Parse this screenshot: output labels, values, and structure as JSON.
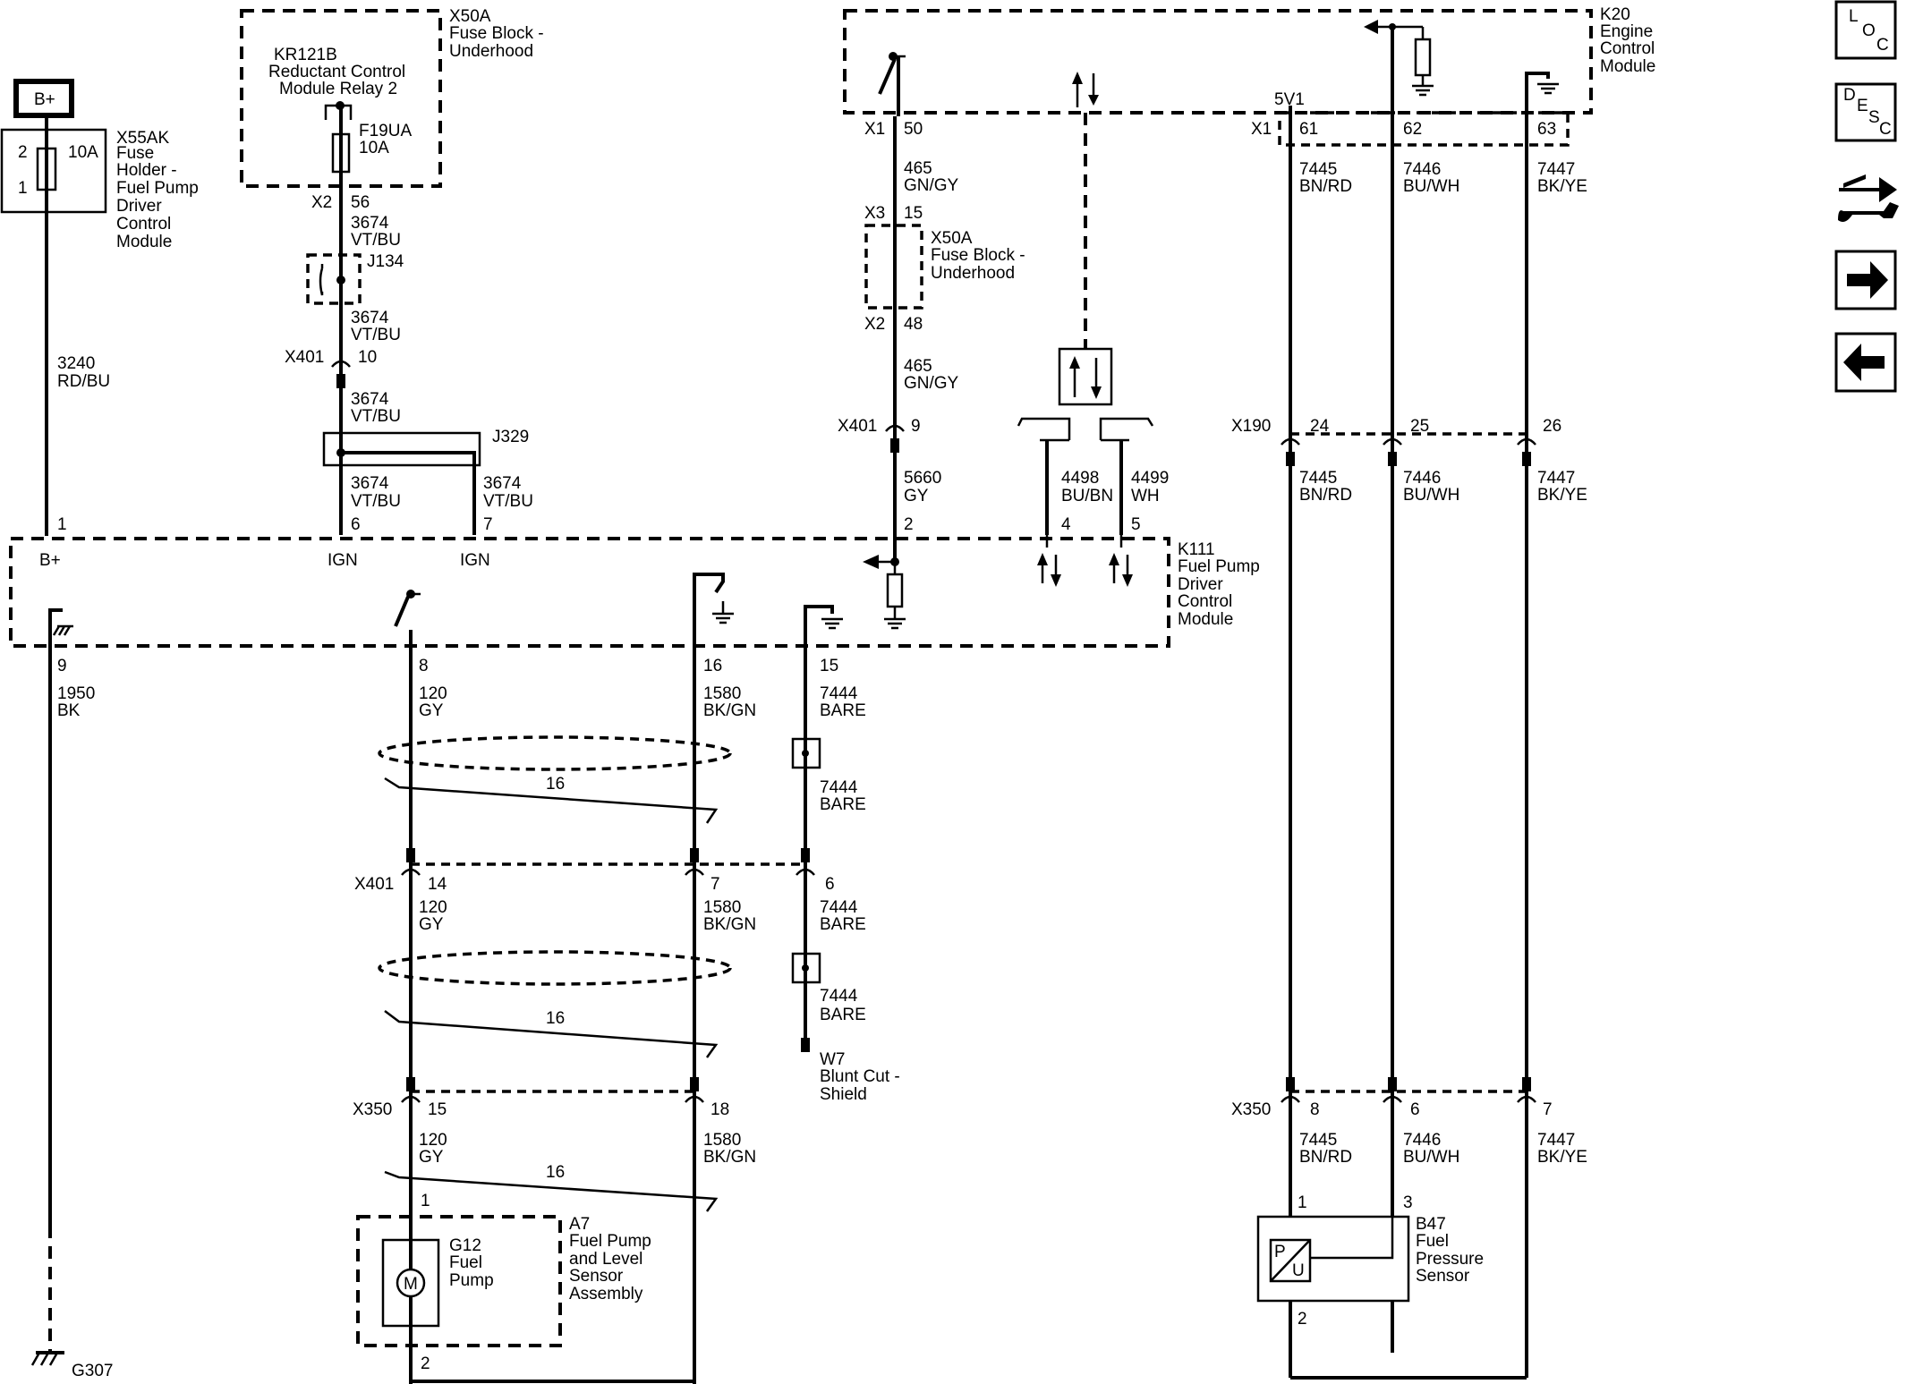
{
  "side_buttons": [
    {
      "name": "loc-button",
      "glyphs": [
        "L",
        "O",
        "C"
      ]
    },
    {
      "name": "desc-button",
      "glyphs": [
        "D",
        "E",
        "S",
        "C"
      ]
    }
  ],
  "battery": {
    "label": "B+"
  },
  "x55ak": {
    "pin_top": "2",
    "pin_bottom": "1",
    "amp": "10A",
    "title": [
      "X55AK",
      "Fuse",
      "Holder -",
      "Fuel Pump",
      "Driver",
      "Control",
      "Module"
    ]
  },
  "wire_3240": [
    "3240",
    "RD/BU"
  ],
  "x50a_top": {
    "title": [
      "X50A",
      "Fuse Block -",
      "Underhood"
    ],
    "relay": [
      "KR121B",
      "Reductant Control",
      "Module Relay 2"
    ],
    "fuse": [
      "F19UA",
      "10A"
    ]
  },
  "conn_x2_56": {
    "conn": "X2",
    "pin": "56"
  },
  "wire_3674": [
    "3674",
    "VT/BU"
  ],
  "j134": "J134",
  "conn_x401_10": {
    "conn": "X401",
    "pin": "10"
  },
  "j329": "J329",
  "k20": {
    "title": [
      "K20",
      "Engine",
      "Control",
      "Module"
    ],
    "label_5v1": "5V1",
    "conn": "X1",
    "pins": [
      "61",
      "62",
      "63"
    ]
  },
  "x1_50": {
    "conn": "X1",
    "pin": "50"
  },
  "wire_465": [
    "465",
    "GN/GY"
  ],
  "x50a_mid": {
    "conn_top": "X3",
    "pin_top": "15",
    "conn_bottom": "X2",
    "pin_bottom": "48",
    "title": [
      "X50A",
      "Fuse Block -",
      "Underhood"
    ]
  },
  "x401_9": {
    "conn": "X401",
    "pin": "9"
  },
  "wire_5660": [
    "5660",
    "GY"
  ],
  "wire_4498": [
    "4498",
    "BU/BN"
  ],
  "wire_4499": [
    "4499",
    "WH"
  ],
  "wires_7445": [
    "7445",
    "BN/RD"
  ],
  "wires_7446": [
    "7446",
    "BU/WH"
  ],
  "wires_7447": [
    "7447",
    "BK/YE"
  ],
  "x190": {
    "conn": "X190",
    "pins": [
      "24",
      "25",
      "26"
    ]
  },
  "k111": {
    "title": [
      "K111",
      "Fuel Pump",
      "Driver",
      "Control",
      "Module"
    ],
    "top_pins": [
      "1",
      "6",
      "7",
      "2",
      "4",
      "5"
    ],
    "pin_labels": [
      "B+",
      "IGN",
      "IGN"
    ],
    "bottom_pins": [
      "9",
      "8",
      "16",
      "15"
    ]
  },
  "wire_1950": [
    "1950",
    "BK"
  ],
  "wire_120": [
    "120",
    "GY"
  ],
  "wire_1580": [
    "1580",
    "BK/GN"
  ],
  "wire_7444": [
    "7444",
    "BARE"
  ],
  "twist_label": "16",
  "x401_lower": {
    "conn": "X401",
    "pins": [
      "14",
      "7",
      "6"
    ]
  },
  "w7": [
    "W7",
    "Blunt Cut -",
    "Shield"
  ],
  "x350_left": {
    "conn": "X350",
    "pins": [
      "15",
      "18"
    ]
  },
  "x350_right": {
    "conn": "X350",
    "pins": [
      "8",
      "6",
      "7"
    ]
  },
  "a7": {
    "pin_top": "1",
    "pin_bottom": "2",
    "motor": "M",
    "g12": [
      "G12",
      "Fuel",
      "Pump"
    ],
    "title": [
      "A7",
      "Fuel Pump",
      "and Level",
      "Sensor",
      "Assembly"
    ]
  },
  "b47": {
    "pin_1": "1",
    "pin_3": "3",
    "pin_2": "2",
    "p": "P",
    "u": "U",
    "title": [
      "B47",
      "Fuel",
      "Pressure",
      "Sensor"
    ]
  },
  "g307": "G307"
}
